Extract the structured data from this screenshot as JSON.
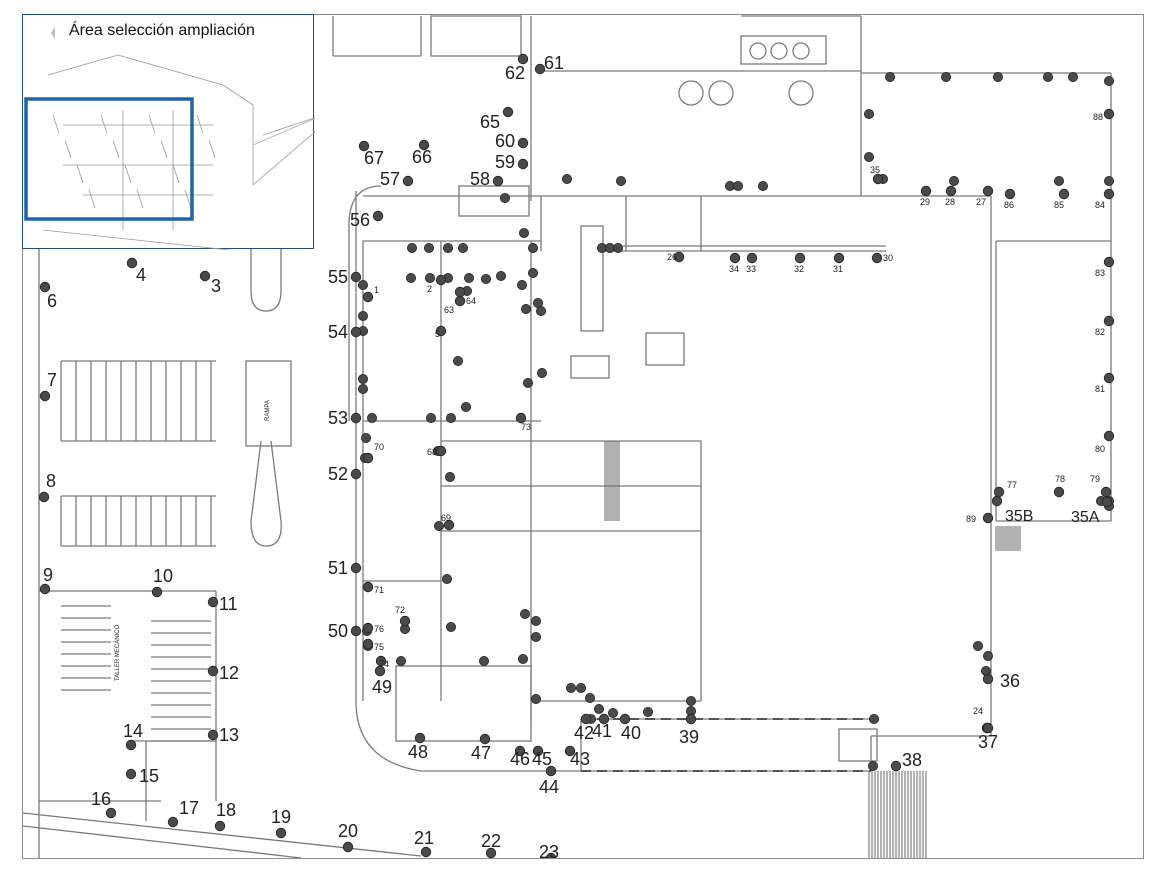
{
  "inset": {
    "title": "Área selección ampliación",
    "highlight_color": "#1f63a8"
  },
  "map": {
    "background": "#ffffff",
    "line_color": "#7a7a7a",
    "marker_color": "#4a4a4a",
    "point_labels": [
      "1",
      "2",
      "3",
      "4",
      "5",
      "6",
      "7",
      "8",
      "9",
      "10",
      "11",
      "12",
      "13",
      "14",
      "15",
      "16",
      "17",
      "18",
      "19",
      "20",
      "21",
      "22",
      "23",
      "24",
      "26",
      "27",
      "28",
      "29",
      "30",
      "31",
      "32",
      "33",
      "34",
      "35",
      "35A",
      "35B",
      "36",
      "37",
      "38",
      "39",
      "40",
      "41",
      "42",
      "43",
      "44",
      "45",
      "46",
      "47",
      "48",
      "49",
      "50",
      "51",
      "52",
      "53",
      "54",
      "55",
      "56",
      "57",
      "58",
      "59",
      "60",
      "61",
      "62",
      "63",
      "64",
      "65",
      "66",
      "67",
      "68",
      "69",
      "70",
      "71",
      "72",
      "73",
      "74",
      "75",
      "76",
      "77",
      "78",
      "79",
      "80",
      "81",
      "82",
      "83",
      "84",
      "85",
      "86",
      "88",
      "89"
    ],
    "small_labels": {
      "taller": "TALLER MECÁNICO",
      "rampa": "RAMPA"
    }
  }
}
